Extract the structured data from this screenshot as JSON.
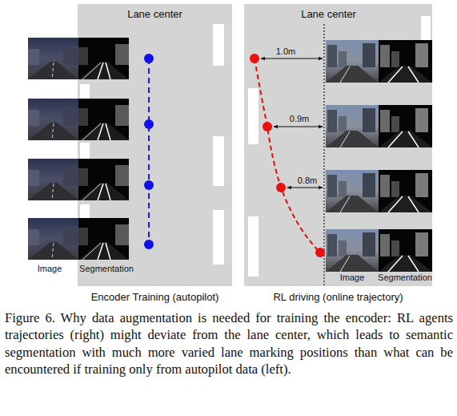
{
  "diagram": {
    "caption": "Figure 6. Why data augmentation is needed for training the encoder: RL agents trajectories (right) might deviate from the lane center, which leads to semantic segmentation with much more varied lane marking positions than what can be encountered if training only from autopilot data (left).",
    "nodes": [
      {
        "text": [
          "Lane center",
          "Encoder Training (autopilot)"
        ]
      },
      {
        "text": [
          "Lane center",
          "RL driving (online trajectory)"
        ]
      }
    ],
    "labels": [
      "Image",
      "Segmentation",
      "Image",
      "Segmentation",
      "1.0m",
      "0.9m",
      "0.8m"
    ]
  }
}
